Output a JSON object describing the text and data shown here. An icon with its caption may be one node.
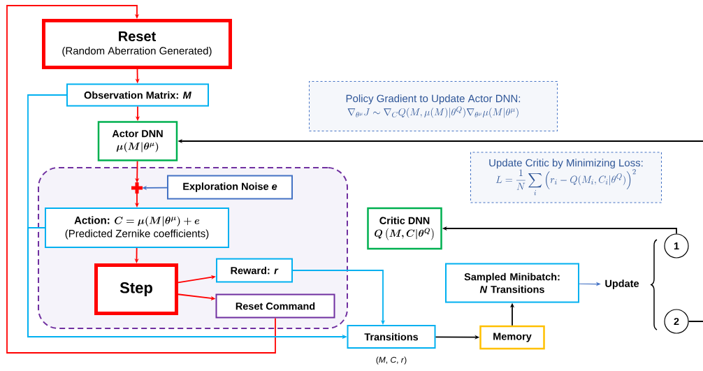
{
  "diagram": {
    "nodes": [
      {
        "text": [
          "Reset",
          "(Random Aberration Generated)"
        ]
      },
      {
        "text": [
          "Observation Matrix: *M*"
        ]
      },
      {
        "text": [
          "Actor DNN",
          "\\bm{\\mu(M|\\theta^{\\mu})}"
        ]
      },
      {
        "text": [],
        "shape": "box"
      },
      {
        "text": [],
        "shape": "cross",
        "in": 3
      },
      {
        "text": [
          "Exploration Noise *e*"
        ],
        "in": 3
      },
      {
        "text": [
          "\\textbf{Action: }\\bm{C=\\mu(M|\\theta^{\\mu})+e}",
          "(Predicted Zernike coefficients)"
        ],
        "in": 3
      },
      {
        "text": [
          "Step"
        ],
        "in": 3
      },
      {
        "text": [
          "Reward: *r*"
        ],
        "in": 3
      },
      {
        "text": [
          "Reset Command"
        ],
        "in": 3
      },
      {
        "text": [
          "Transitions"
        ],
        "beside": [
          "(*M*, *C*, *r*)"
        ]
      },
      {
        "text": [
          "Memory"
        ]
      },
      {
        "text": [
          "Sampled Minibatch: *N* Transitions"
        ]
      },
      {
        "text": [
          "Update"
        ]
      },
      {
        "text": [
          "1"
        ]
      },
      {
        "text": [
          "2"
        ]
      },
      {
        "text": [
          "Critic DNN",
          "\\bm{Q\\left(M,C|\\theta^{Q}\\right)}"
        ]
      },
      {
        "text": [
          "Policy Gradient to Update Actor DNN:",
          "\\nabla_{\\theta^{\\mu}}J\\sim\\nabla_{C}Q(M,\\mu(M)|\\theta^{Q})\\nabla_{\\theta^{\\mu}}\\mu(M|\\theta^{\\mu})"
        ]
      },
      {
        "text": [
          "Update Critic by Minimizing Loss:",
          "L=\\frac{1}{N}\\sum_{i}\\left(r_{i}-Q(M_{i},C_{i}|\\theta^{Q})\\right)^{2}"
        ]
      }
    ],
    "edges": [
      {
        "from": 9,
        "to": 0,
        "arrow": "to"
      },
      {
        "from": 0,
        "to": 1,
        "arrow": "to"
      },
      {
        "from": 1,
        "to": 2,
        "arrow": "to"
      },
      {
        "from": 2,
        "to": 4,
        "arrow": "to"
      },
      {
        "from": 5,
        "to": 4,
        "arrow": "to",
        "color": "#4472c4"
      },
      {
        "from": 4,
        "to": 6,
        "arrow": "to"
      },
      {
        "from": 6,
        "to": 7,
        "arrow": "to"
      },
      {
        "from": 7,
        "to": 8,
        "arrow": "to"
      },
      {
        "from": 7,
        "to": 9,
        "arrow": "to"
      },
      {
        "from": 1,
        "to": 10,
        "arrow": "to",
        "color": "#00b0f0"
      },
      {
        "from": 6,
        "to": 10,
        "arrow": "to",
        "color": "#00b0f0"
      },
      {
        "from": 8,
        "to": 10,
        "arrow": "to",
        "color": "#00b0f0"
      },
      {
        "from": 10,
        "to": 11,
        "arrow": "to",
        "color": "#000000"
      },
      {
        "from": 11,
        "to": 12,
        "arrow": "to",
        "color": "#000000"
      },
      {
        "from": 12,
        "to": 13,
        "arrow": "to",
        "color": "#4472c4"
      },
      {
        "from": 14,
        "to": 16,
        "arrow": "to",
        "color": "#000000"
      },
      {
        "from": null,
        "to": 2,
        "arrow": "to",
        "color": "#000000"
      },
      {
        "from": 15,
        "to": null,
        "arrow": "none",
        "color": "#000000"
      }
    ]
  }
}
